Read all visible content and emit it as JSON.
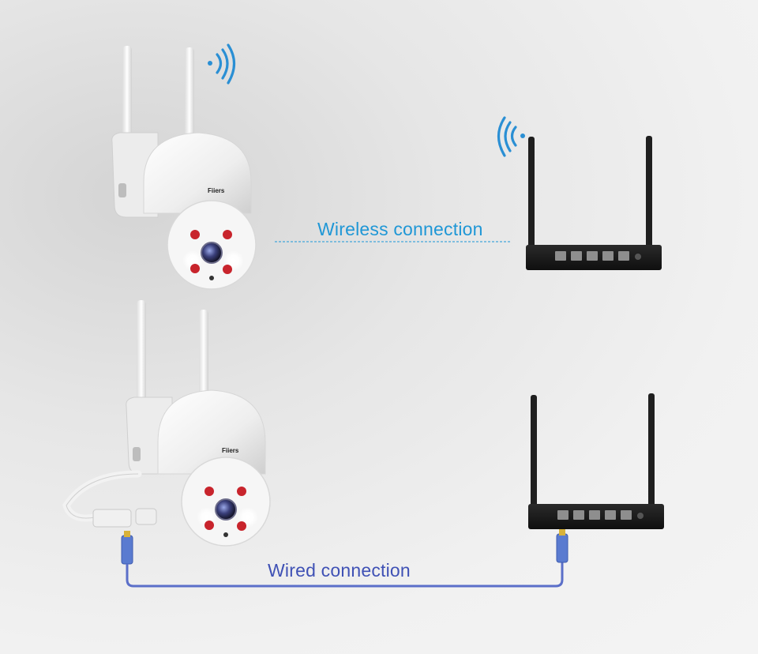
{
  "labels": {
    "wireless": "Wireless connection",
    "wired": "Wired connection"
  },
  "brand": {
    "camera_logo": "Fiiers"
  },
  "colors": {
    "wireless_accent": "#1f97d6",
    "wired_accent": "#3f51b5",
    "background": "#eeeeee",
    "router_body": "#1d1d1d",
    "camera_body": "#f7f7f7",
    "ir_led": "#c8242c"
  },
  "icons": {
    "camera_wifi": "wifi-signal-icon",
    "router_wifi": "wifi-signal-icon"
  }
}
